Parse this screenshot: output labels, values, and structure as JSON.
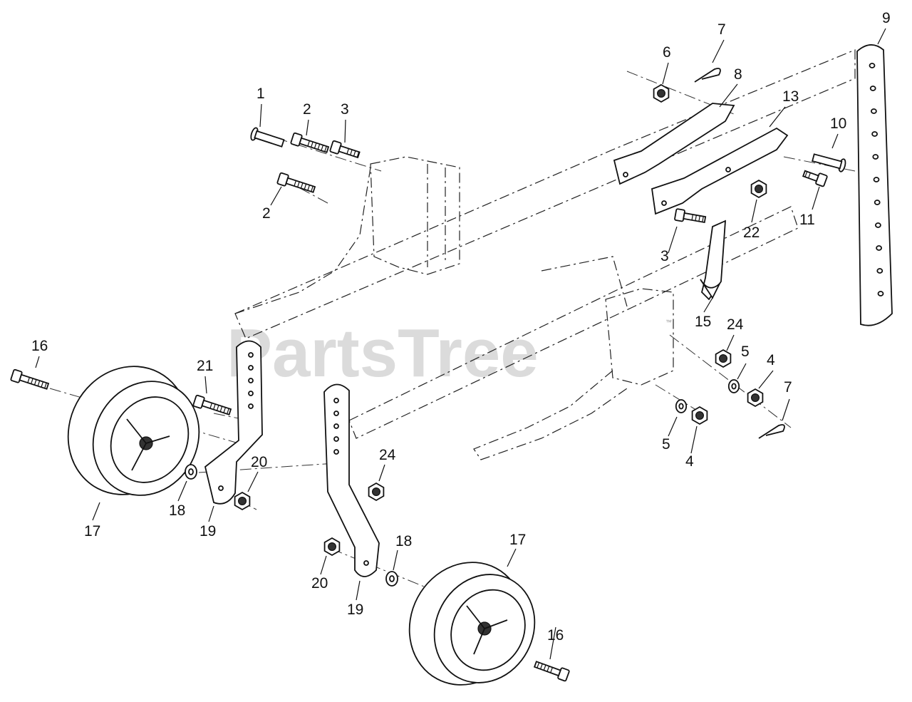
{
  "diagram": {
    "watermark": "PartsTree",
    "watermark_tm": "™",
    "callouts": [
      {
        "id": "c1",
        "text": "1"
      },
      {
        "id": "c2a",
        "text": "2"
      },
      {
        "id": "c2b",
        "text": "2"
      },
      {
        "id": "c3a",
        "text": "3"
      },
      {
        "id": "c3b",
        "text": "3"
      },
      {
        "id": "c4a",
        "text": "4"
      },
      {
        "id": "c4b",
        "text": "4"
      },
      {
        "id": "c5a",
        "text": "5"
      },
      {
        "id": "c5b",
        "text": "5"
      },
      {
        "id": "c6",
        "text": "6"
      },
      {
        "id": "c7a",
        "text": "7"
      },
      {
        "id": "c7b",
        "text": "7"
      },
      {
        "id": "c8",
        "text": "8"
      },
      {
        "id": "c9",
        "text": "9"
      },
      {
        "id": "c10",
        "text": "10"
      },
      {
        "id": "c11",
        "text": "11"
      },
      {
        "id": "c13",
        "text": "13"
      },
      {
        "id": "c15",
        "text": "15"
      },
      {
        "id": "c16a",
        "text": "16"
      },
      {
        "id": "c16b",
        "text": "16"
      },
      {
        "id": "c17a",
        "text": "17"
      },
      {
        "id": "c17b",
        "text": "17"
      },
      {
        "id": "c18a",
        "text": "18"
      },
      {
        "id": "c18b",
        "text": "18"
      },
      {
        "id": "c19a",
        "text": "19"
      },
      {
        "id": "c19b",
        "text": "19"
      },
      {
        "id": "c20a",
        "text": "20"
      },
      {
        "id": "c20b",
        "text": "20"
      },
      {
        "id": "c21",
        "text": "21"
      },
      {
        "id": "c22",
        "text": "22"
      },
      {
        "id": "c24a",
        "text": "24"
      },
      {
        "id": "c24b",
        "text": "24"
      }
    ]
  }
}
